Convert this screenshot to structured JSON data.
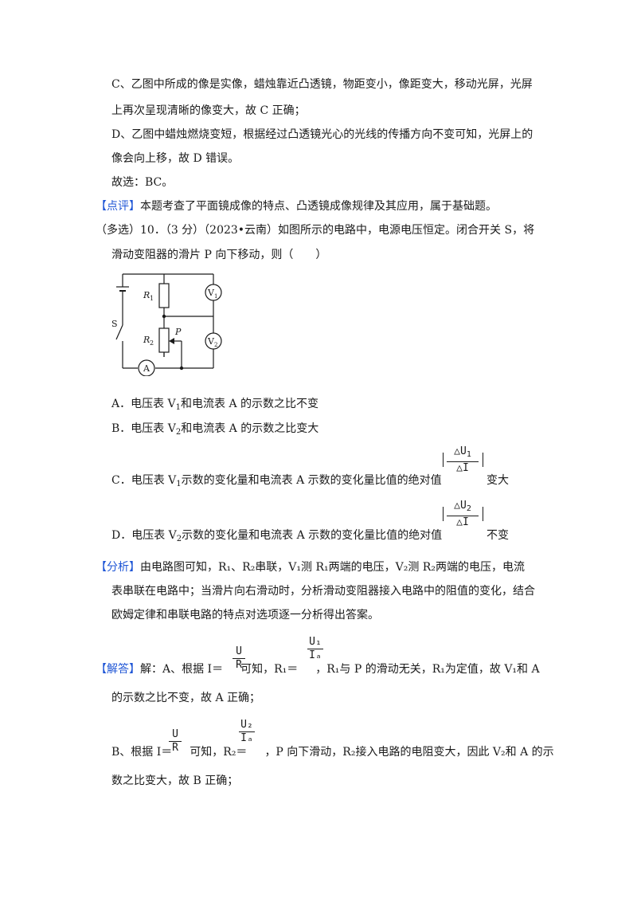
{
  "lines": {
    "c_1": "C、乙图中所成的像是实像，蜡烛靠近凸透镜，物距变小，像距变大，移动光屏，光屏",
    "c_2": "上再次呈现清晰的像变大，故 C 正确；",
    "d_1": "D、乙图中蜡烛燃烧变短，根据经过凸透镜光心的光线的传播方向不变可知，光屏上的",
    "d_2": "像会向上移，故 D 错误。",
    "choice": "故选：BC。",
    "review_tag": "【点评】",
    "review_text": "本题考查了平面镜成像的特点、凸透镜成像规律及其应用，属于基础题。",
    "q_head": "（多选）10．（3 分）（2023•云南）如图所示的电路中，电源电压恒定。闭合开关 S，将",
    "q_tail": "滑动变阻器的滑片 P 向下移动，则（　　）"
  },
  "circuit": {
    "r1": "R",
    "r1_sub": "1",
    "r2": "R",
    "r2_sub": "2",
    "v1": "V",
    "v1_sub": "1",
    "v2": "V",
    "v2_sub": "2",
    "ammeter": "A",
    "switch": "S",
    "slider": "P"
  },
  "options": {
    "a_pre": "A．电压表 V",
    "a_sub": "1",
    "a_post": "和电流表 A 的示数之比不变",
    "b_pre": "B．电压表 V",
    "b_sub": "2",
    "b_post": "和电流表 A 的示数之比变大",
    "c_pre": "C．电压表 V",
    "c_sub": "1",
    "c_post": "示数的变化量和电流表 A 示数的变化量比值的绝对值",
    "c_frac_num": "△U",
    "c_frac_num_sub": "1",
    "c_frac_den": "△I",
    "c_tail": "变大",
    "d_pre": "D．电压表 V",
    "d_sub": "2",
    "d_post": "示数的变化量和电流表 A 示数的变化量比值的绝对值",
    "d_frac_num": "△U",
    "d_frac_num_sub": "2",
    "d_frac_den": "△I",
    "d_tail": "不变"
  },
  "analysis": {
    "tag": "【分析】",
    "l1": "由电路图可知，R₁、R₂串联，V₁测 R₁两端的电压，V₂测 R₂两端的电压，电流",
    "l2": "表串联在电路中；当滑片向右滑动时，分析滑动变阻器接入电路中的阻值的变化，结合",
    "l3": "欧姆定律和串联电路的特点对选项逐一分析得出答案。"
  },
  "answer": {
    "tag": "【解答】",
    "a_pre": "解：A、根据 I＝",
    "a_frac1_num": "U",
    "a_frac1_den": "R",
    "a_mid": "可知，R₁＝",
    "a_frac2_num": "U₁",
    "a_frac2_den": "Iₐ",
    "a_post": "，R₁与 P 的滑动无关，R₁为定值，故 V₁和 A",
    "a_l2": "的示数之比不变，故 A 正确；",
    "b_pre": "B、根据 I＝",
    "b_frac1_num": "U",
    "b_frac1_den": "R",
    "b_mid": "可知，R₂＝",
    "b_frac2_num": "U₂",
    "b_frac2_den": "Iₐ",
    "b_post": "，P 向下滑动，R₂接入电路的电阻变大，因此 V₂和 A 的示",
    "b_l2": "数之比变大，故 B 正确；"
  }
}
